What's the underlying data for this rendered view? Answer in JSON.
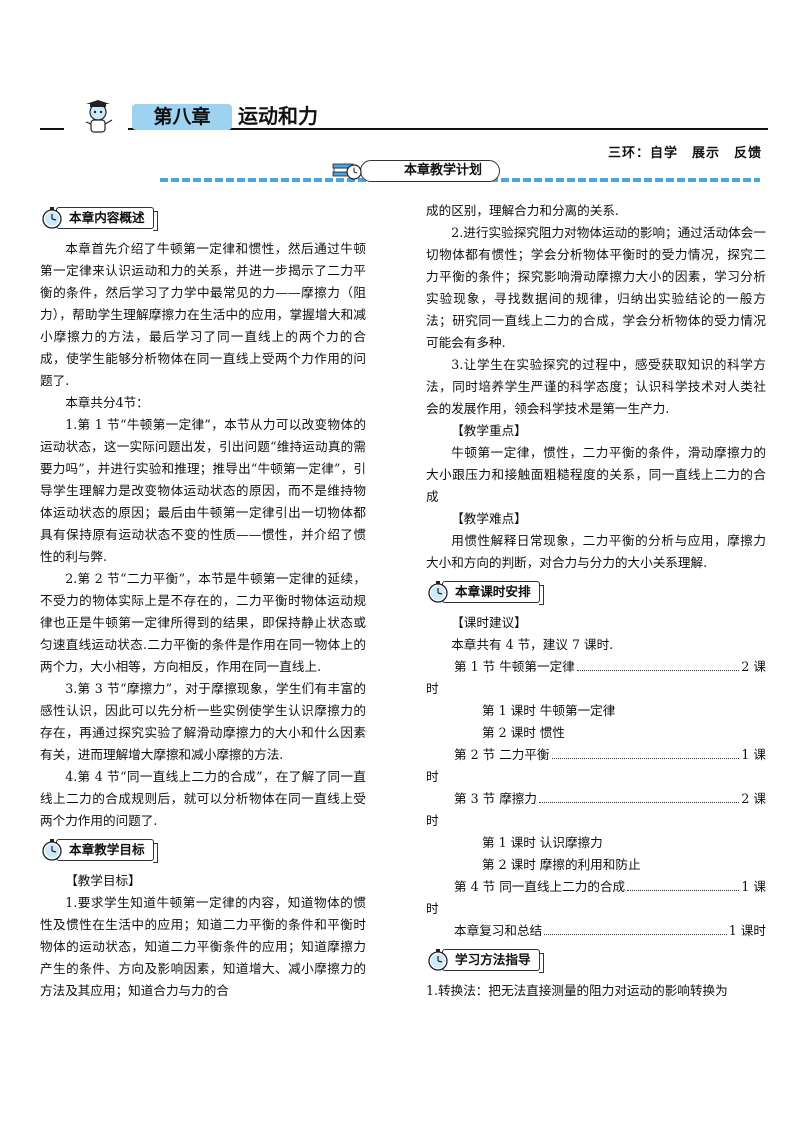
{
  "header": {
    "chapter_label": "第八章",
    "chapter_title": "运动和力",
    "three_links": "三环：自学　展示　反馈",
    "plan_title": "本章教学计划"
  },
  "left": {
    "overview_title": "本章内容概述",
    "overview_intro": "本章首先介绍了牛顿第一定律和惯性，然后通过牛顿第一定律来认识运动和力的关系，并进一步揭示了二力平衡的条件，然后学习了力学中最常见的力——摩擦力（阻力），帮助学生理解摩擦力在生活中的应用，掌握增大和减小摩擦力的方法，最后学习了同一直线上的两个力的合成，使学生能够分析物体在同一直线上受两个力作用的问题了.",
    "sections_count": "本章共分4节：",
    "item1": "1.第 1 节“牛顿第一定律”，本节从力可以改变物体的运动状态，这一实际问题出发，引出问题“维持运动真的需要力吗”，并进行实验和推理；推导出“牛顿第一定律”，引导学生理解力是改变物体运动状态的原因，而不是维持物体运动状态的原因；最后由牛顿第一定律引出一切物体都具有保持原有运动状态不变的性质——惯性，并介绍了惯性的利与弊.",
    "item2": "2.第 2 节“二力平衡”，本节是牛顿第一定律的延续，不受力的物体实际上是不存在的，二力平衡时物体运动规律也正是牛顿第一定律所得到的结果，即保持静止状态或匀速直线运动状态.二力平衡的条件是作用在同一物体上的两个力，大小相等，方向相反，作用在同一直线上.",
    "item3": "3.第 3 节“摩擦力”，对于摩擦现象，学生们有丰富的感性认识，因此可以先分析一些实例使学生认识摩擦力的存在，再通过探究实验了解滑动摩擦力的大小和什么因素有关，进而理解增大摩擦和减小摩擦的方法.",
    "item4": "4.第 4 节“同一直线上二力的合成”，在了解了同一直线上二力的合成规则后，就可以分析物体在同一直线上受两个力作用的问题了.",
    "goals_title": "本章教学目标",
    "goals_label": "【教学目标】",
    "goal1": "1.要求学生知道牛顿第一定律的内容，知道物体的惯性及惯性在生活中的应用；知道二力平衡的条件和平衡时物体的运动状态，知道二力平衡条件的应用；知道摩擦力产生的条件、方向及影响因素，知道增大、减小摩擦力的方法及其应用；知道合力与力的合"
  },
  "right": {
    "goal1_tail": "成的区别，理解合力和分离的关系.",
    "goal2": "2.进行实验探究阻力对物体运动的影响；通过活动体会一切物体都有惯性；学会分析物体平衡时的受力情况，探究二力平衡的条件；探究影响滑动摩擦力大小的因素，学习分析实验现象，寻找数据间的规律，归纳出实验结论的一般方法；研究同一直线上二力的合成，学会分析物体的受力情况可能会有多种.",
    "goal3": "3.让学生在实验探究的过程中，感受获取知识的科学方法，同时培养学生严谨的科学态度；认识科学技术对人类社会的发展作用，领会科学技术是第一生产力.",
    "key_label": "【教学重点】",
    "key_text": "牛顿第一定律，惯性，二力平衡的条件，滑动摩擦力的大小跟压力和接触面粗糙程度的关系，同一直线上二力的合成",
    "diff_label": "【教学难点】",
    "diff_text": "用惯性解释日常现象，二力平衡的分析与应用，摩擦力大小和方向的判断，对合力与分力的大小关系理解.",
    "schedule_title": "本章课时安排",
    "schedule_label": "【课时建议】",
    "schedule_intro": "本章共有 4 节，建议 7 课时.",
    "s1": "第 1 节  牛顿第一定律",
    "s1_hours": "2 课",
    "s1_l1": "第 1 课时  牛顿第一定律",
    "s1_l2": "第 2 课时  惯性",
    "s2": "第 2 节  二力平衡",
    "s2_hours": "1 课",
    "s3": "第 3 节  摩擦力",
    "s3_hours": "2 课",
    "s3_l1": "第 1 课时  认识摩擦力",
    "s3_l2": "第 2 课时  摩擦的利用和防止",
    "s4": "第 4 节  同一直线上二力的合成",
    "s4_hours": "1 课",
    "review": "本章复习和总结",
    "review_hours": "1 课时",
    "hour_tail": "时",
    "method_title": "学习方法指导",
    "method1": "1.转换法：把无法直接测量的阻力对运动的影响转换为"
  },
  "colors": {
    "pill": "#9fd1f0",
    "banner": "#4aa6e0"
  }
}
